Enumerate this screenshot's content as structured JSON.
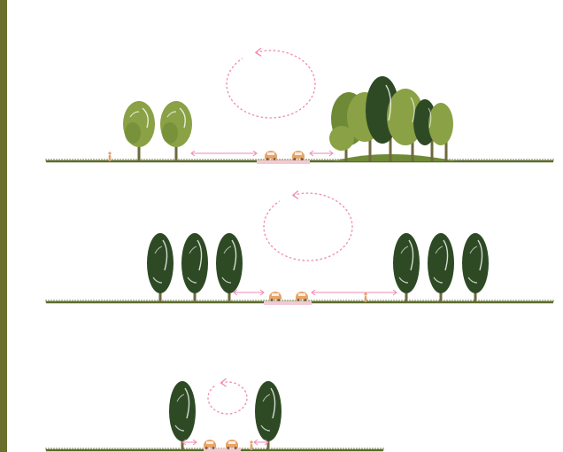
{
  "colors": {
    "frame": "#6a6f2c",
    "ground": "#5b6a2b",
    "light_tree": "#8aa145",
    "mid_tree": "#6f8a36",
    "dark_tree": "#2e4a25",
    "trunk": "#6e6a3c",
    "road": "#f3c9d3",
    "arrow": "#ef8ab0",
    "car": "#e7a56a",
    "person": "#e3a16c"
  },
  "icons": {
    "car": "car-icon",
    "pedestrian": "pedestrian-icon",
    "circulation": "circular-arrow-icon"
  },
  "sections": [
    {
      "name": "open-street",
      "tree_type": "light-round",
      "trees": 2,
      "cars": 2,
      "pedestrians": 1,
      "forest_cluster": true,
      "circulation": "large"
    },
    {
      "name": "tree-lined-avenue",
      "tree_type": "dark-columnar",
      "trees": 6,
      "cars": 2,
      "pedestrians": 1,
      "forest_cluster": false,
      "circulation": "large"
    },
    {
      "name": "narrow-lane",
      "tree_type": "dark-columnar",
      "trees": 2,
      "cars": 2,
      "pedestrians": 1,
      "forest_cluster": false,
      "circulation": "small"
    }
  ]
}
